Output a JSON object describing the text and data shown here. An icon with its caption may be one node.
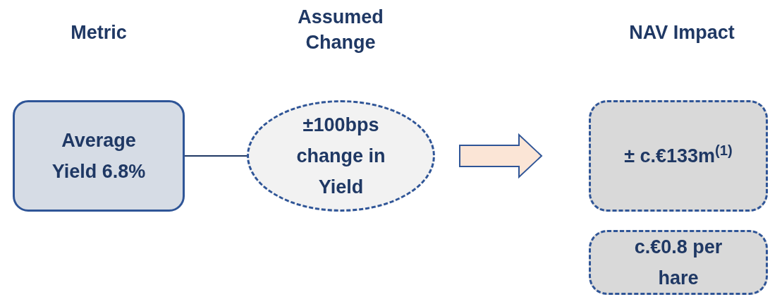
{
  "diagram": {
    "nodes": [
      {
        "text": [
          "Average Yield 6.8%"
        ]
      },
      {
        "text": [
          "±100bps change in Yield"
        ]
      },
      {
        "text": [
          "± c.€133m$^{(1)}$"
        ]
      },
      {
        "text": [
          "c.€0.8 per hare"
        ]
      }
    ],
    "edges": [
      {
        "from": 0,
        "to": 1,
        "arrow": "none"
      },
      {
        "from": 1,
        "to": 2,
        "arrow": "to",
        "style": "thick",
        "color": "#fbe5d6"
      }
    ],
    "labels": [
      "Metric",
      "Assumed Change",
      "NAV Impact"
    ]
  }
}
